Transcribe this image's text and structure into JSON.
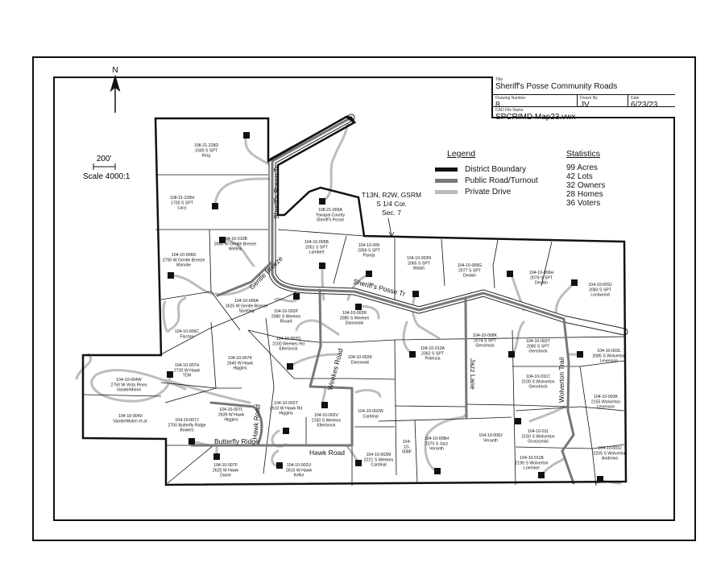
{
  "title_block": {
    "title_caption": "Title",
    "title": "Sheriff's Posse Community Roads",
    "drawing_number_caption": "Drawing Number",
    "drawing_number": "8",
    "drawn_by_caption": "Drawn By",
    "drawn_by": "JV",
    "date_caption": "Date",
    "date": "6/23/23",
    "cad_caption": "CAD File Name",
    "cad_file": "SPCRIMD Map23.vwx"
  },
  "north": "N",
  "scale": {
    "bar_label": "200'",
    "ratio": "Scale  4000:1"
  },
  "legend": {
    "title": "Legend",
    "items": [
      {
        "label": "District Boundary",
        "color": "#111111"
      },
      {
        "label": "Public Road/Turnout",
        "color": "#777777"
      },
      {
        "label": "Private Drive",
        "color": "#bbbbbb"
      }
    ]
  },
  "statistics": {
    "title": "Statistics",
    "items": [
      "99 Acres",
      "42 Lots",
      "32 Owners",
      "28 Homes",
      "36 Voters"
    ]
  },
  "survey_note": [
    "T13N, R2W, GSRM",
    "S 1/4 Cor.",
    "Sec. 7"
  ],
  "roads": {
    "sheriffs_posse_n": "Sheriff's Posse Tr",
    "sheriffs_posse_e": "Sheriff's Posse Tr",
    "gentle_breeze": "Gentle Breeze",
    "weekes": "Weekes Road",
    "jazz": "Jazz Lane",
    "wolverton": "Wolverton Trail",
    "hawk_vertical": "Hawk Road",
    "butterfly": "Butterfly Ridge",
    "hawk": "Hawk Road"
  },
  "parcels": [
    [
      "108-21-228D",
      "1500 S SPT",
      "King"
    ],
    [
      "108-21-228H",
      "1700 S SPT",
      "Lacy"
    ],
    [
      "108-21-005A",
      "Yavapai County",
      "Sheriff's Posse"
    ],
    [
      "104-10-010B",
      "2600 W Gentle Breeze",
      "Wellins"
    ],
    [
      "104-10-006D",
      "2700 W Gentle Breeze",
      "Manske"
    ],
    [
      "104-10-005B",
      "2051 S SPT",
      "Lambert"
    ],
    [
      "104-10-005",
      "2059 S SPT",
      "Pareja"
    ],
    [
      "104-10-003N",
      "2065 S SPT",
      "Walsh"
    ],
    [
      "104-10-009G",
      "2077 S SPT",
      "Deakin"
    ],
    [
      "104-10-009H",
      "2079 S SPT",
      "Deakin"
    ],
    [
      "104-10-009J",
      "2083 S SPT",
      "Lockwood"
    ],
    [
      "104-10-006A",
      "2625 W Gentle Breeze",
      "Sparling"
    ],
    [
      "104-10-002P",
      "2080 S Weekes",
      "Rivard"
    ],
    [
      "104-10-002R",
      "2085 S Weekes",
      "Danowski"
    ],
    [
      "104-10-006C",
      "Fischer"
    ],
    [
      "104-10-002Q",
      "2100 Weekes Rd",
      "Ellerbrock"
    ],
    [
      "104-10-012A",
      "2062 S SPT",
      "Potenza"
    ],
    [
      "104-10-008K",
      "2074 S SPT",
      "Genshock"
    ],
    [
      "104-10-003T",
      "2080 S SPT",
      "Genshock"
    ],
    [
      "104-10-003L",
      "2085 S Wolverton",
      "Levenson"
    ],
    [
      "104-10-002K",
      "Danowski"
    ],
    [
      "104-10-007K",
      "2640 W Hawk",
      "Higgins"
    ],
    [
      "104-10-007H",
      "2720 W Hawk",
      "TDH"
    ],
    [
      "104-10-011C",
      "2100 S Wolverton",
      "Genshock"
    ],
    [
      "104-10-004W",
      "2750 W Vista Pines",
      "VanderMolen"
    ],
    [
      "104-10-003K",
      "2155 Wolverton",
      "Levenson"
    ],
    [
      "104-10-002W",
      "Cardinal"
    ],
    [
      "104-10-007L",
      "2639 W Hawk",
      "Higgins"
    ],
    [
      "104-10-002T",
      "2610 W Hawk Rd",
      "Higgins"
    ],
    [
      "104-10-004X",
      "VanderMolen et.al."
    ],
    [
      "104-10-002V",
      "2150 S Weekes",
      "Ellerbrock"
    ],
    [
      "104-10-007J",
      "2700 Butterfly Ridge",
      "Bowers"
    ],
    [
      "104-10-008J",
      "Veranth"
    ],
    [
      "104-10-011",
      "2150 S Wolverton",
      "Gruszynski"
    ],
    [
      "104-10-008H",
      "2370 S Jazz",
      "Veranth"
    ],
    [
      "104-",
      "10-",
      "008F"
    ],
    [
      "104-10-003J",
      "2205 S Wolverton",
      "Andrews"
    ],
    [
      "104-10-002M",
      "2221 S Weekes",
      "Cardinal"
    ],
    [
      "104-10-011B",
      "2190 S Wolverton",
      "Loemker"
    ],
    [
      "104-10-007F",
      "2625 W Hawk",
      "Dame"
    ],
    [
      "104-10-002U",
      "2615 W Hawk",
      "Kellie"
    ]
  ]
}
